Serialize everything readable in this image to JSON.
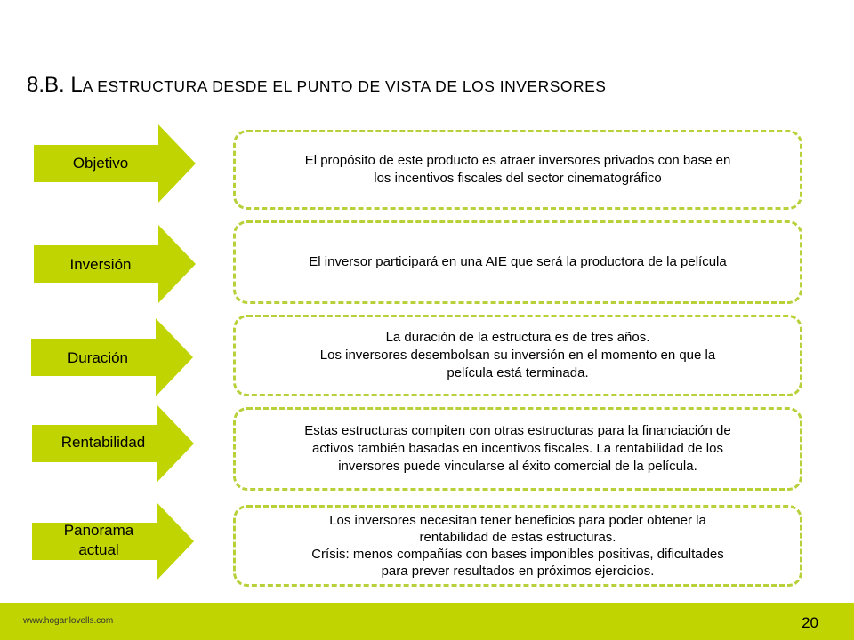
{
  "slide": {
    "title_prefix": "8.B. L",
    "title_rest": "A ESTRUCTURA DESDE EL PUNTO DE VISTA DE LOS INVERSORES",
    "accent_color": "#bfd400",
    "dash_color": "#b8d03a"
  },
  "rows": [
    {
      "label": "Objetivo",
      "text": "El propósito de este producto es atraer inversores privados con base en\nlos incentivos fiscales del sector cinematográfico"
    },
    {
      "label": "Inversión",
      "text": "El inversor participará en una AIE que será la productora de la película"
    },
    {
      "label": "Duración",
      "text": "La duración de la estructura es de tres años.\nLos inversores desembolsan su inversión en el momento en que la\npelícula está terminada."
    },
    {
      "label": "Rentabilidad",
      "text": "Estas estructuras compiten con otras estructuras para la financiación de\nactivos también basadas en incentivos fiscales. La rentabilidad de los\ninversores puede vincularse al éxito comercial de la película."
    },
    {
      "label": "Panorama\nactual",
      "text": "Los inversores necesitan tener beneficios para poder obtener la\nrentabilidad de estas estructuras.\nCrísis: menos compañías con bases imponibles positivas, dificultades\npara prever resultados en próximos ejercicios."
    }
  ],
  "footer": {
    "url": "www.hoganlovells.com",
    "page_number": "20"
  }
}
